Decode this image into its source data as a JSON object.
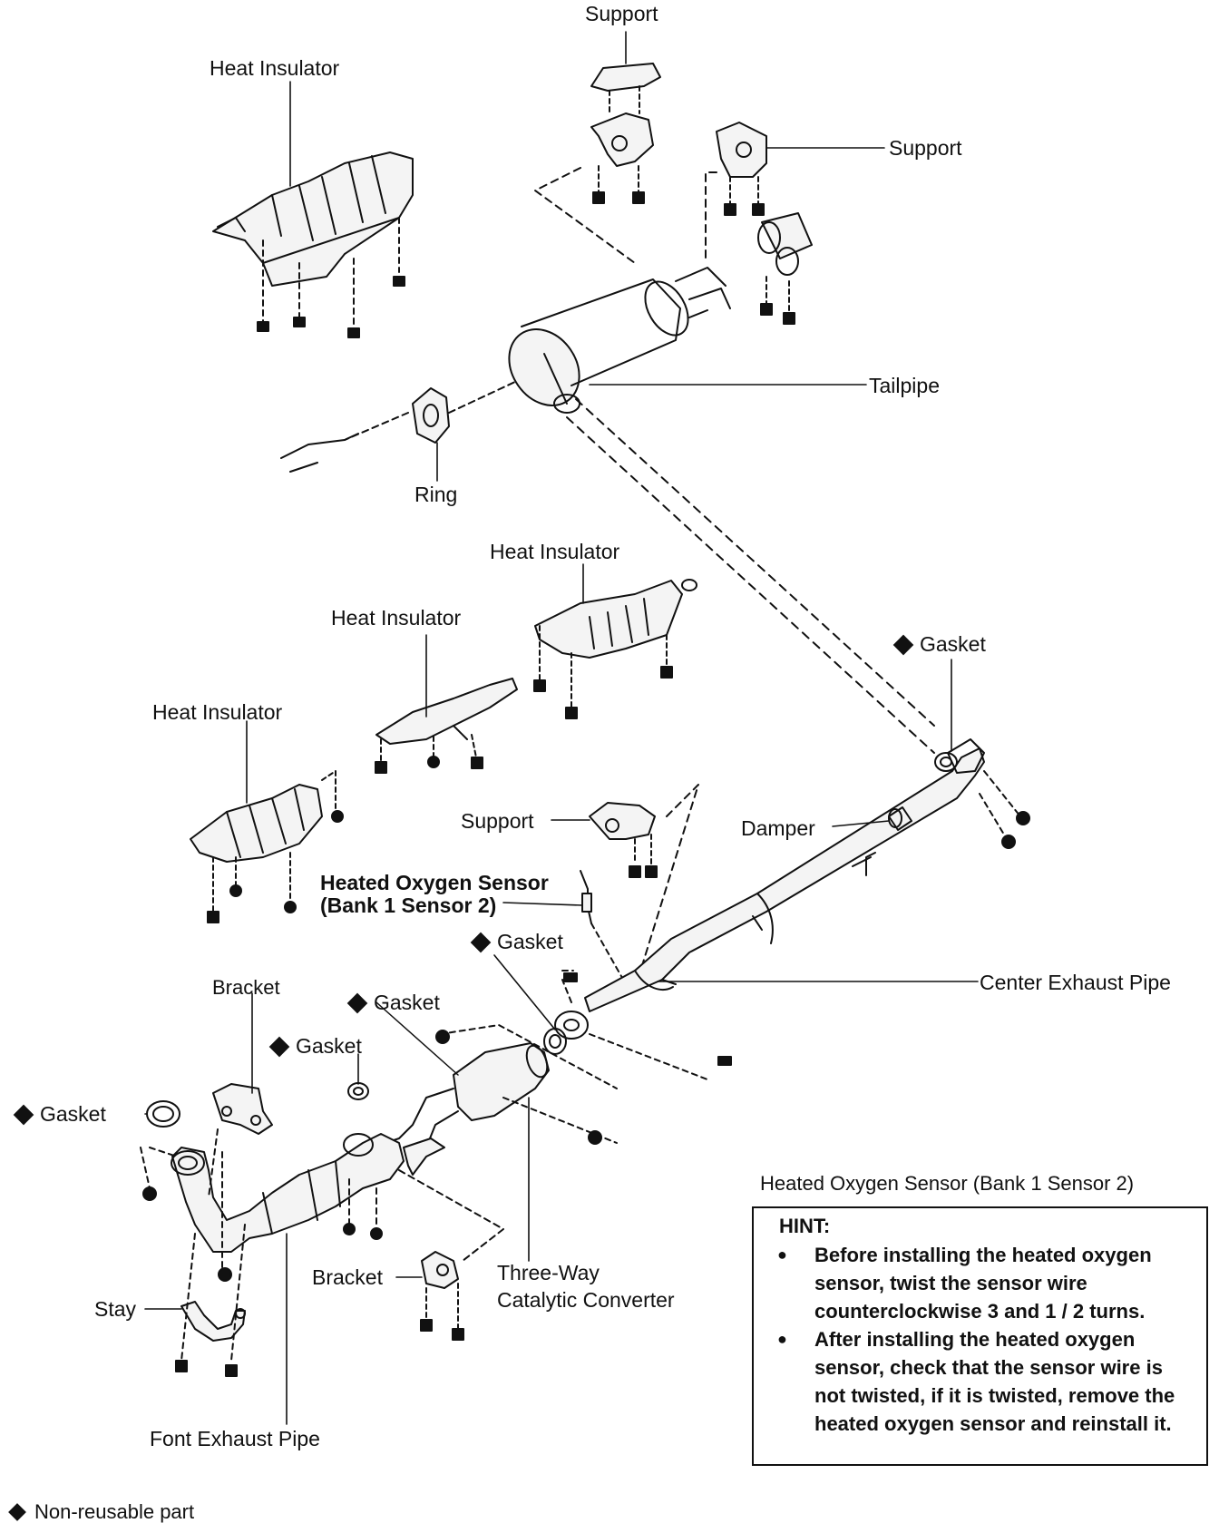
{
  "labels": {
    "support_top": "Support",
    "heat_insulator_top": "Heat Insulator",
    "support_right": "Support",
    "tailpipe": "Tailpipe",
    "ring": "Ring",
    "heat_insulator_mid1": "Heat Insulator",
    "heat_insulator_mid2": "Heat Insulator",
    "heat_insulator_mid3": "Heat Insulator",
    "gasket_right": "Gasket",
    "support_mid": "Support",
    "damper": "Damper",
    "hos_line1": "Heated Oxygen Sensor",
    "hos_line2": "(Bank 1 Sensor 2)",
    "gasket_center": "Gasket",
    "center_exhaust_pipe": "Center Exhaust Pipe",
    "bracket_upper": "Bracket",
    "gasket_cat": "Gasket",
    "gasket_mid": "Gasket",
    "gasket_left": "Gasket",
    "bracket_lower": "Bracket",
    "twc_line1": "Three-Way",
    "twc_line2": "Catalytic Converter",
    "stay": "Stay",
    "front_exhaust_pipe": "Font Exhaust Pipe"
  },
  "hint": {
    "title": "Heated Oxygen Sensor (Bank 1 Sensor 2)",
    "heading": "HINT:",
    "items": [
      "Before installing the heated oxygen sensor, twist the sensor wire counterclockwise 3 and 1 / 2 turns.",
      "After installing the heated oxygen sensor, check that the sensor wire is not twisted, if it is twisted, remove the heated oxygen sensor and reinstall it."
    ]
  },
  "footnote": "Non-reusable part"
}
